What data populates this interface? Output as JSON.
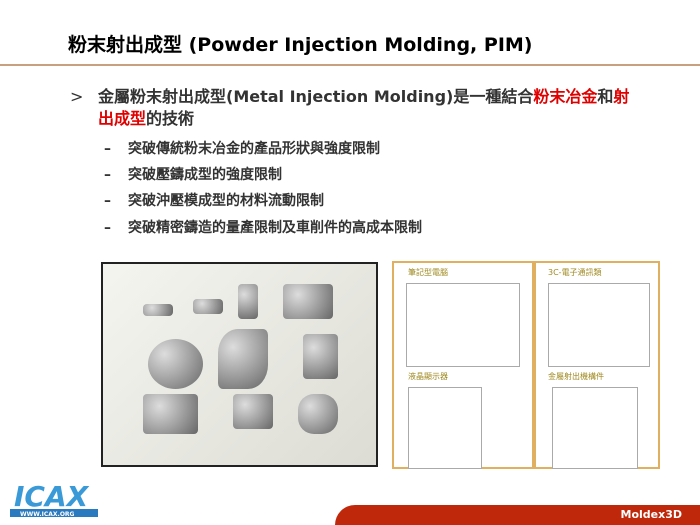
{
  "title": "粉末射出成型 (Powder Injection Molding, PIM)",
  "bullet": {
    "marker": ">",
    "pre": "金屬粉末射出成型(Metal Injection Molding)是一種結合",
    "hl1": "粉末冶金",
    "mid": "和",
    "hl2": "射出成型",
    "post": "的技術"
  },
  "subs": [
    "突破傳統粉末冶金的產品形狀與強度限制",
    "突破壓鑄成型的強度限制",
    "突破沖壓模成型的材料流動限制",
    "突破精密鑄造的量產限制及車削件的高成本限制"
  ],
  "sub_marker": "–",
  "panels": [
    "筆記型電腦",
    "3C-電子通訊類",
    "液晶顯示器",
    "金屬射出機構件"
  ],
  "logo": {
    "text": "ICAX",
    "url_text": "WWW.ICAX.ORG"
  },
  "brand": "Moldex3D",
  "colors": {
    "accent": "#c0280c",
    "highlight": "#e00000"
  }
}
